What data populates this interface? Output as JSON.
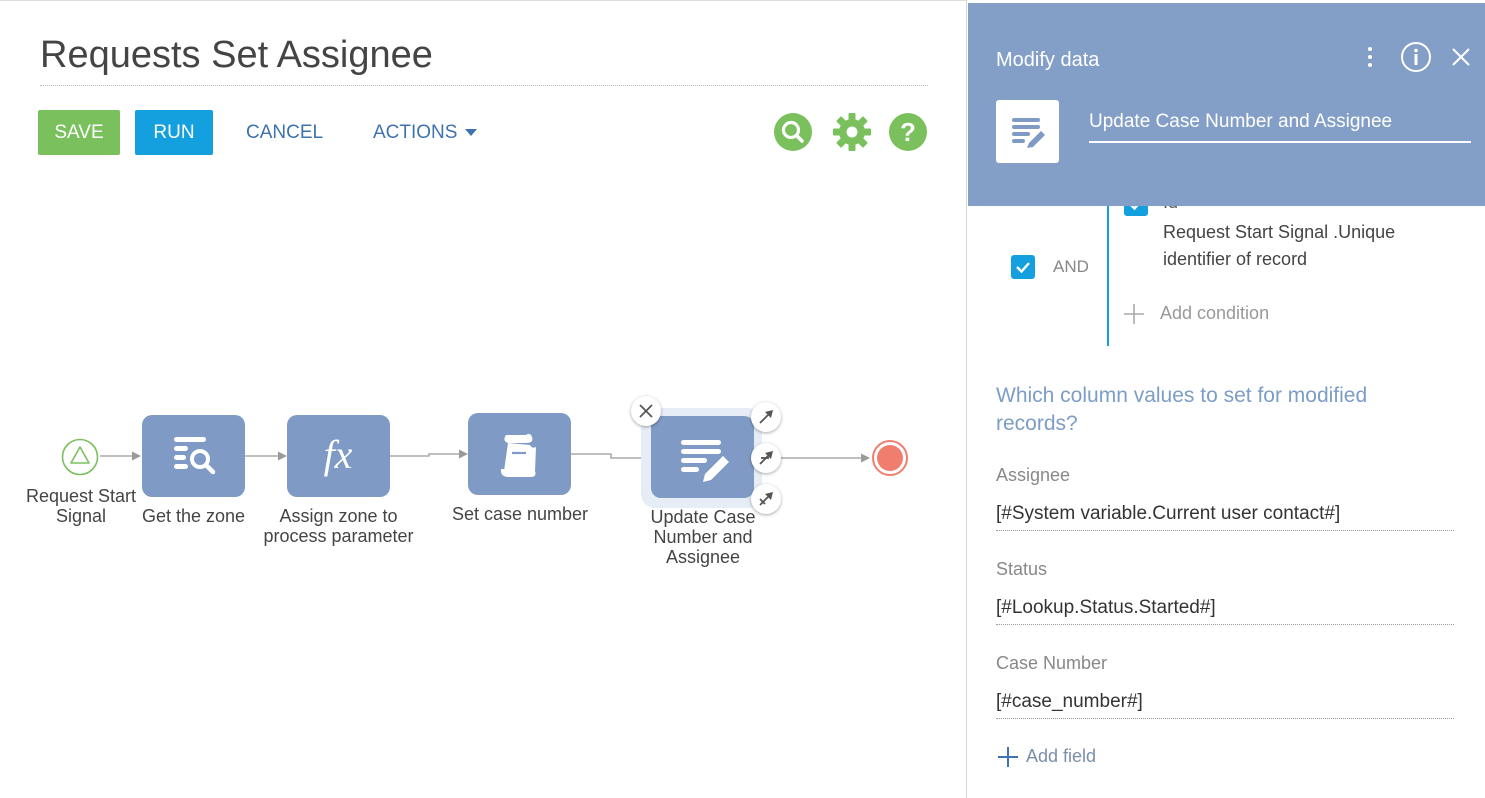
{
  "page": {
    "title": "Requests Set Assignee"
  },
  "toolbar": {
    "save_label": "SAVE",
    "run_label": "RUN",
    "cancel_label": "CANCEL",
    "actions_label": "ACTIONS"
  },
  "colors": {
    "save": "#7ac05d",
    "run": "#14a0df",
    "link": "#3f73ad",
    "tool_icons": "#7ac05d",
    "node": "#7f9bc5",
    "panel_header": "#839fc7",
    "end_event": "#f07e6e",
    "start_event": "#7ac05d"
  },
  "diagram": {
    "nodes": [
      {
        "label": "Request Start\nSignal",
        "icon": "triangle-signal-icon"
      },
      {
        "label": "Get the zone",
        "icon": "read-data-icon"
      },
      {
        "label": "Assign zone to\nprocess parameter",
        "icon": "formula-icon"
      },
      {
        "label": "Set case number",
        "icon": "script-icon"
      },
      {
        "label": "Update Case\nNumber and\nAssignee",
        "icon": "modify-data-icon"
      }
    ]
  },
  "panel": {
    "title": "Modify data",
    "element_name": "Update Case Number and Assignee",
    "conditions": {
      "group_operator": "AND",
      "partial_label": "Id",
      "condition_value": "Request Start Signal .Unique\nidentifier of record",
      "add_condition_label": "Add condition"
    },
    "section_title": "Which column values to set for modified records?",
    "fields": [
      {
        "label": "Assignee",
        "value": "[#System variable.Current user contact#]"
      },
      {
        "label": "Status",
        "value": "[#Lookup.Status.Started#]"
      },
      {
        "label": "Case Number",
        "value": "[#case_number#]"
      }
    ],
    "add_field_label": "Add field"
  }
}
